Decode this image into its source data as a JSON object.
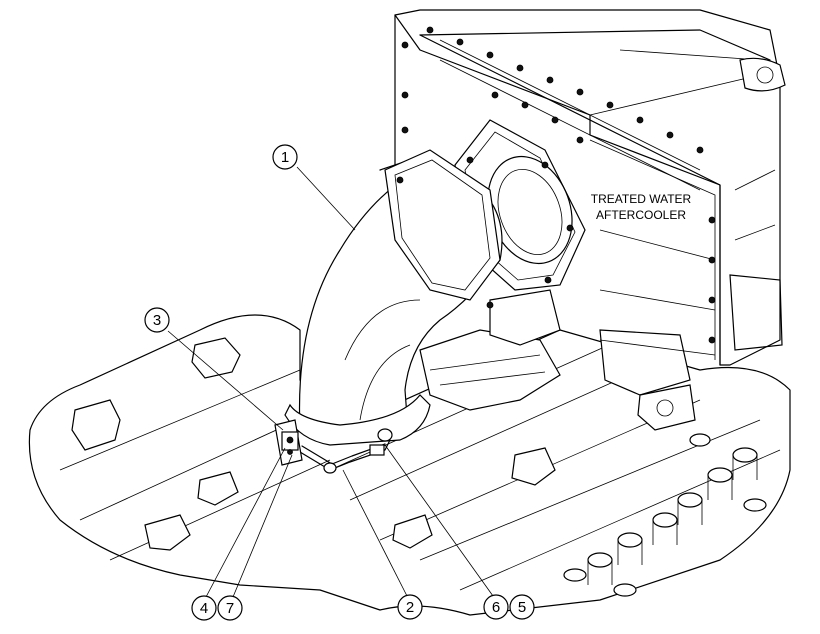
{
  "figure": {
    "component_label_line1": "TREATED WATER",
    "component_label_line2": "AFTERCOOLER"
  },
  "callouts": [
    {
      "id": "c1",
      "number": "1"
    },
    {
      "id": "c2",
      "number": "2"
    },
    {
      "id": "c3",
      "number": "3"
    },
    {
      "id": "c4",
      "number": "4"
    },
    {
      "id": "c5",
      "number": "5"
    },
    {
      "id": "c6",
      "number": "6"
    },
    {
      "id": "c7",
      "number": "7"
    }
  ]
}
